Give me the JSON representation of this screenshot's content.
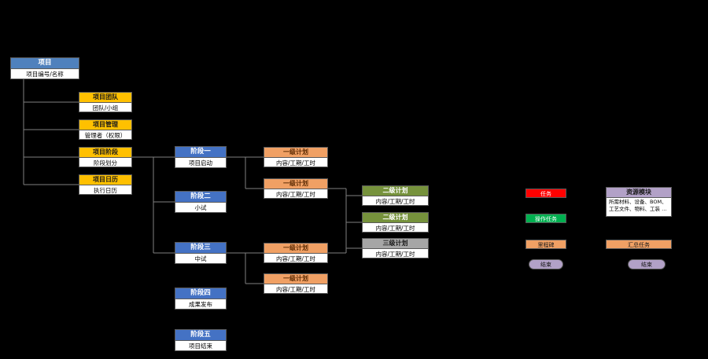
{
  "colors": {
    "background": "#000000",
    "root_header": "#4f81bd",
    "attribute_header": "#ffc000",
    "phase_header": "#4472c4",
    "level1_header": "#f0a064",
    "level2_header": "#76923c",
    "level3_header": "#a6a6a6",
    "legend_task": "#ff0000",
    "legend_action": "#00b050",
    "legend_milestone": "#f0a064",
    "legend_end": "#b2a1c7",
    "connector": "#7f7f7f"
  },
  "root": {
    "header": "项目",
    "body": "项目编号/名称"
  },
  "attributes": [
    {
      "header": "项目团队",
      "body": "团队/小组"
    },
    {
      "header": "项目管理",
      "body": "管理者（权限）"
    },
    {
      "header": "项目阶段",
      "body": "阶段划分"
    },
    {
      "header": "项目日历",
      "body": "执行日历"
    }
  ],
  "phases": [
    {
      "header": "阶段一",
      "body": "项目启动"
    },
    {
      "header": "阶段二",
      "body": "小试"
    },
    {
      "header": "阶段三",
      "body": "中试"
    },
    {
      "header": "阶段四",
      "body": "成果发布"
    },
    {
      "header": "阶段五",
      "body": "项目结束"
    }
  ],
  "level1_plans": [
    {
      "header": "一级计划",
      "body": "内容/工期/工时"
    },
    {
      "header": "一级计划",
      "body": "内容/工期/工时"
    },
    {
      "header": "一级计划",
      "body": "内容/工期/工时"
    },
    {
      "header": "一级计划",
      "body": "内容/工期/工时"
    }
  ],
  "level2_plans": [
    {
      "header": "二级计划",
      "body": "内容/工期/工时"
    },
    {
      "header": "二级计划",
      "body": "内容/工期/工时"
    },
    {
      "header": "三级计划",
      "body": "内容/工期/工时"
    }
  ],
  "legend": [
    {
      "label": "任务"
    },
    {
      "label": "操作任务"
    },
    {
      "label": "里程碑"
    },
    {
      "label": "结束"
    }
  ],
  "resource_panel": {
    "header": "资源模块",
    "body": "所需材料、设备、BOM、工艺文件、物料、工装 …"
  },
  "right_markers": [
    {
      "label": "汇总任务"
    },
    {
      "label": "结束"
    }
  ]
}
